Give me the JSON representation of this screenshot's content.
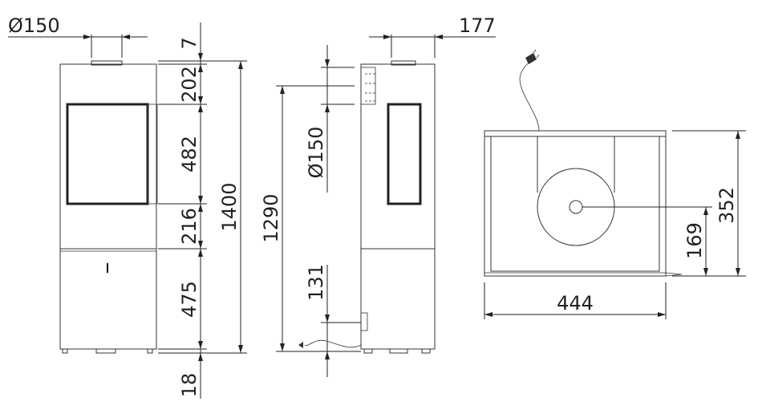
{
  "diagram": {
    "front_view": {
      "flue_diameter": "Ø150",
      "dim_top": "7",
      "dim_upper": "202",
      "dim_glass": "482",
      "dim_lower_door": "216",
      "dim_total": "1400",
      "dim_base": "475",
      "dim_feet": "18"
    },
    "side_view": {
      "dim_offset": "177",
      "dim_flue_height": "1290",
      "flue_diameter": "Ø150",
      "dim_inlet": "131"
    },
    "top_view": {
      "dim_width": "444",
      "dim_depth": "352",
      "dim_center": "169"
    }
  }
}
